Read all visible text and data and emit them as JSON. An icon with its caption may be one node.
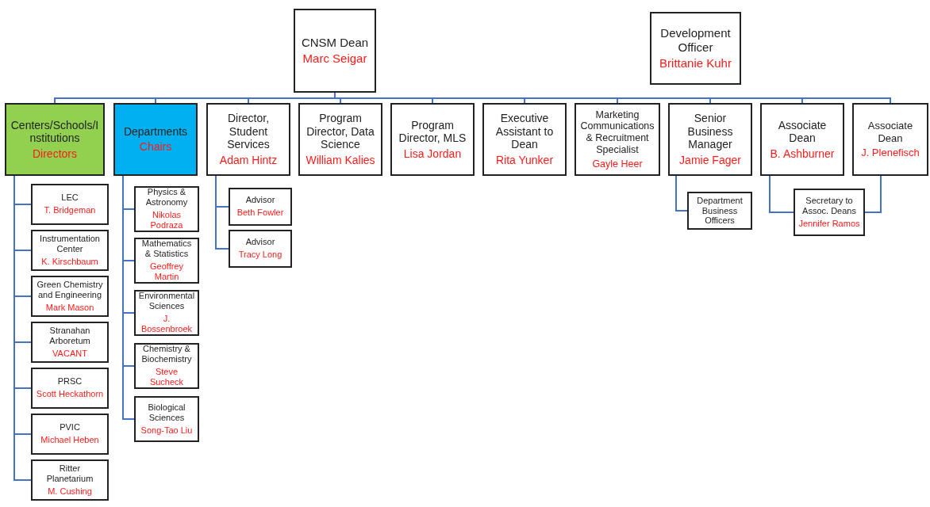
{
  "diagram": {
    "nodes": [
      {
        "text": [
          "CNSM Dean",
          "Marc Seigar"
        ]
      },
      {
        "text": [
          "Development Officer",
          "Brittanie Kuhr"
        ]
      },
      {
        "text": [
          "Centers/Schools/Institutions",
          "Directors"
        ]
      },
      {
        "text": [
          "Departments",
          "Chairs"
        ]
      },
      {
        "text": [
          "Director, Student Services",
          "Adam Hintz"
        ]
      },
      {
        "text": [
          "Program Director, Data Science",
          "William Kalies"
        ]
      },
      {
        "text": [
          "Program Director, MLS",
          "Lisa Jordan"
        ]
      },
      {
        "text": [
          "Executive Assistant to Dean",
          "Rita Yunker"
        ]
      },
      {
        "text": [
          "Marketing Communications & Recruitment Specialist",
          "Gayle Heer"
        ]
      },
      {
        "text": [
          "Senior Business Manager",
          "Jamie Fager"
        ]
      },
      {
        "text": [
          "Associate Dean",
          "B. Ashburner"
        ]
      },
      {
        "text": [
          "Associate Dean",
          "J. Plenefisch"
        ]
      },
      {
        "text": [
          "LEC",
          "T. Bridgeman"
        ]
      },
      {
        "text": [
          "Instrumentation Center",
          "K. Kirschbaum"
        ]
      },
      {
        "text": [
          "Green Chemistry and Engineering",
          "Mark Mason"
        ]
      },
      {
        "text": [
          "Stranahan Arboretum",
          "VACANT"
        ]
      },
      {
        "text": [
          "PRSC",
          "Scott Heckathorn"
        ]
      },
      {
        "text": [
          "PVIC",
          "Michael Heben"
        ]
      },
      {
        "text": [
          "Ritter Planetarium",
          "M. Cushing"
        ]
      },
      {
        "text": [
          "Physics & Astronomy",
          "Nikolas Podraza"
        ]
      },
      {
        "text": [
          "Mathematics & Statistics",
          "Geoffrey Martin"
        ]
      },
      {
        "text": [
          "Environmental Sciences",
          "J. Bossenbroek"
        ]
      },
      {
        "text": [
          "Chemistry & Biochemistry",
          "Steve Sucheck"
        ]
      },
      {
        "text": [
          "Biological Sciences",
          "Song-Tao Liu"
        ]
      },
      {
        "text": [
          "Advisor",
          "Beth Fowler"
        ]
      },
      {
        "text": [
          "Advisor",
          "Tracy Long"
        ]
      },
      {
        "text": [
          "Department Business Officers"
        ]
      },
      {
        "text": [
          "Secretary to Assoc. Deans",
          "Jennifer Ramos"
        ]
      }
    ],
    "edges": [
      {
        "from": 0,
        "to": 2,
        "arrow": "none"
      },
      {
        "from": 0,
        "to": 3,
        "arrow": "none"
      },
      {
        "from": 0,
        "to": 4,
        "arrow": "none"
      },
      {
        "from": 0,
        "to": 5,
        "arrow": "none"
      },
      {
        "from": 0,
        "to": 6,
        "arrow": "none"
      },
      {
        "from": 0,
        "to": 7,
        "arrow": "none"
      },
      {
        "from": 0,
        "to": 8,
        "arrow": "none"
      },
      {
        "from": 0,
        "to": 9,
        "arrow": "none"
      },
      {
        "from": 0,
        "to": 10,
        "arrow": "none"
      },
      {
        "from": 0,
        "to": 11,
        "arrow": "none"
      },
      {
        "from": 2,
        "to": 12,
        "arrow": "none"
      },
      {
        "from": 2,
        "to": 13,
        "arrow": "none"
      },
      {
        "from": 2,
        "to": 14,
        "arrow": "none"
      },
      {
        "from": 2,
        "to": 15,
        "arrow": "none"
      },
      {
        "from": 2,
        "to": 16,
        "arrow": "none"
      },
      {
        "from": 2,
        "to": 17,
        "arrow": "none"
      },
      {
        "from": 2,
        "to": 18,
        "arrow": "none"
      },
      {
        "from": 3,
        "to": 19,
        "arrow": "none"
      },
      {
        "from": 3,
        "to": 20,
        "arrow": "none"
      },
      {
        "from": 3,
        "to": 21,
        "arrow": "none"
      },
      {
        "from": 3,
        "to": 22,
        "arrow": "none"
      },
      {
        "from": 3,
        "to": 23,
        "arrow": "none"
      },
      {
        "from": 4,
        "to": 24,
        "arrow": "none"
      },
      {
        "from": 4,
        "to": 25,
        "arrow": "none"
      },
      {
        "from": 9,
        "to": 26,
        "arrow": "none"
      },
      {
        "from": 10,
        "to": 27,
        "arrow": "none"
      },
      {
        "from": 11,
        "to": 27,
        "arrow": "none"
      }
    ]
  }
}
